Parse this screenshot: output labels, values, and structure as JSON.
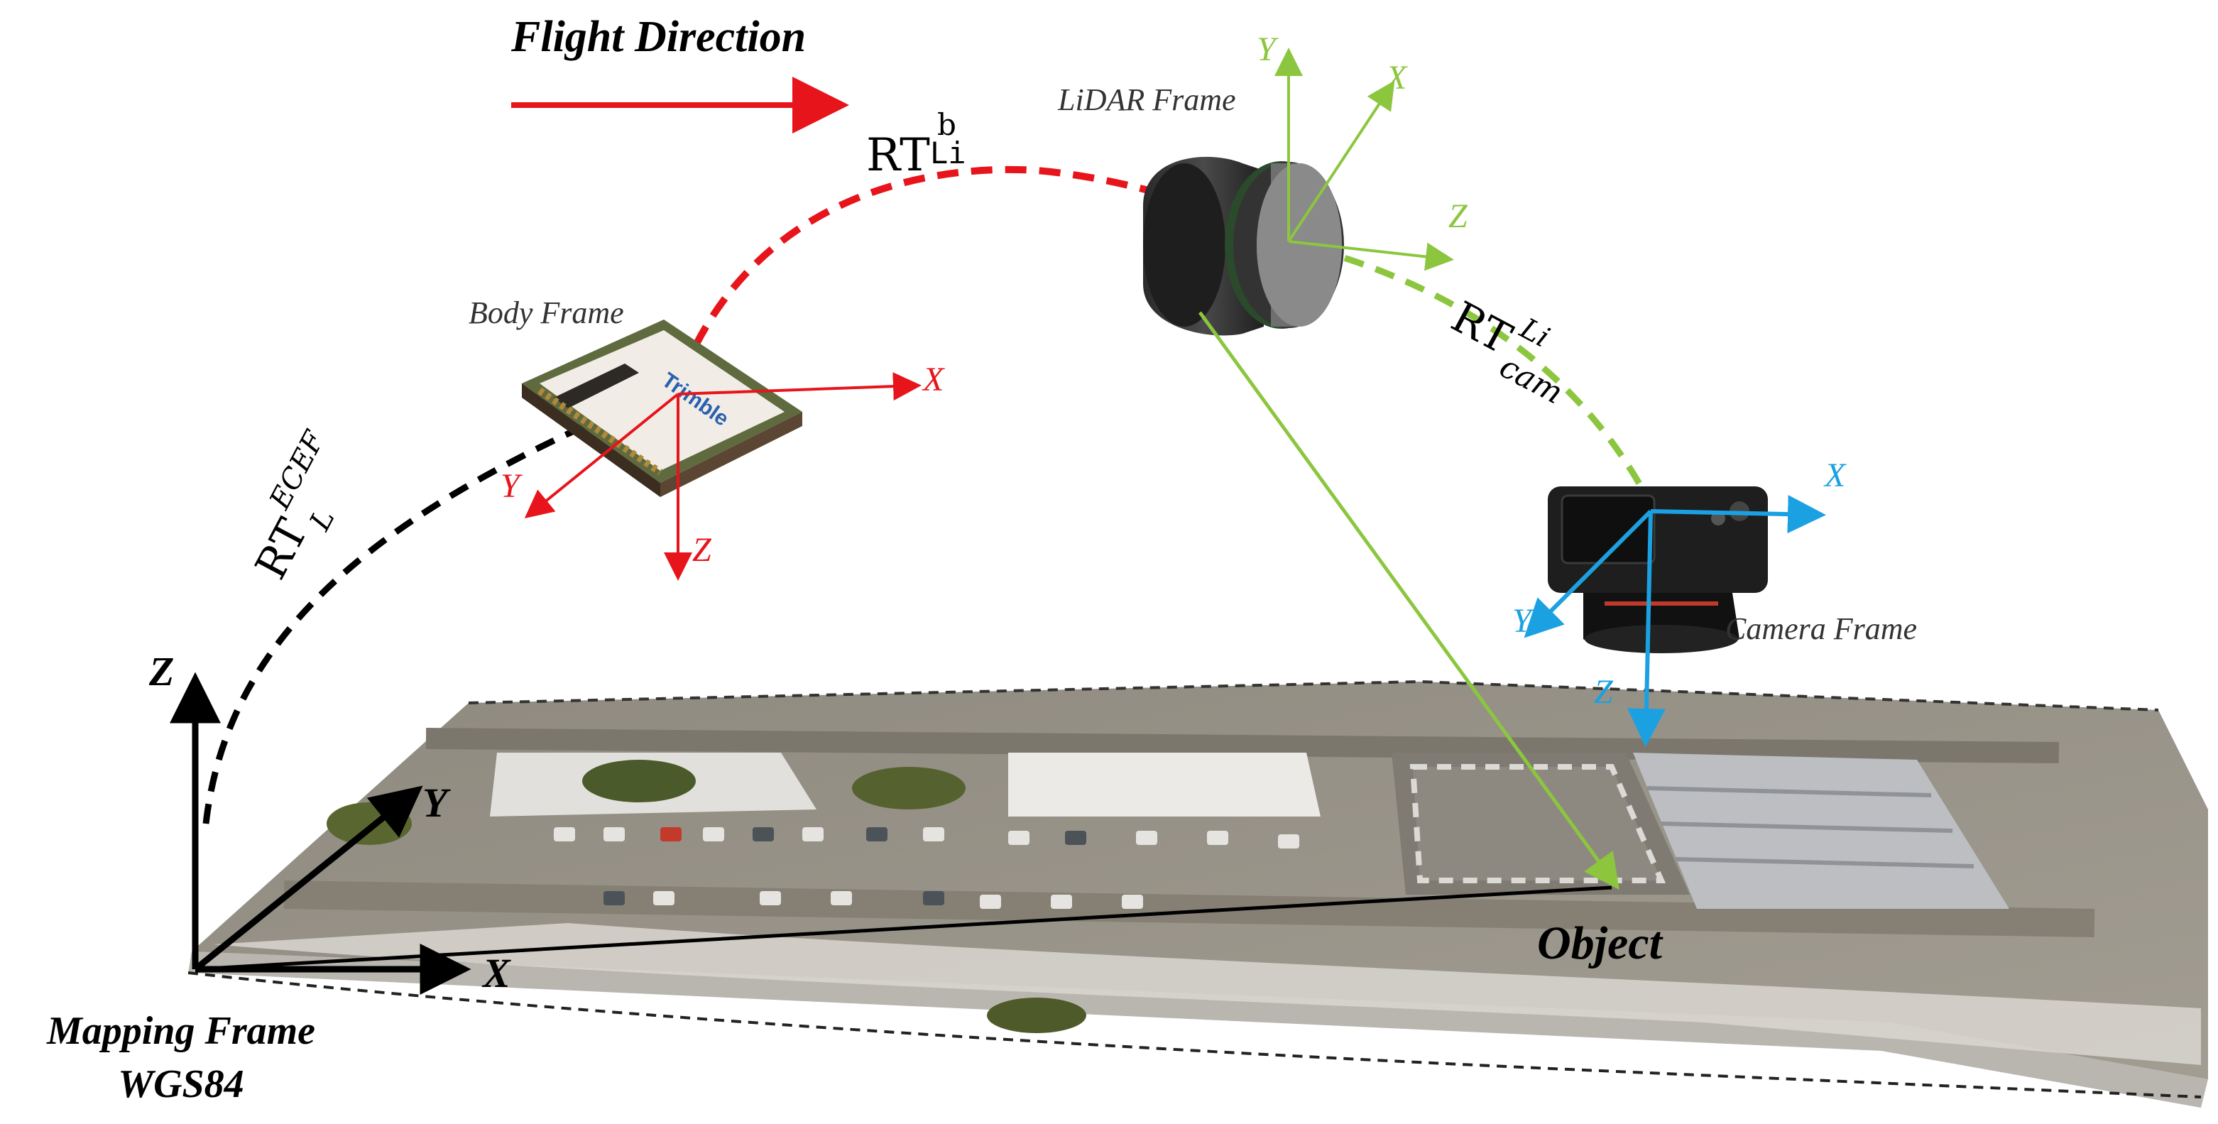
{
  "colors": {
    "red": "#e8141b",
    "black": "#000000",
    "green": "#8cc63f",
    "blue": "#1ba1e2",
    "ground_pavement": "#9a9488",
    "ground_roof": "#e9e8e6",
    "ground_vegetation": "#4d5a2c"
  },
  "title": {
    "flight_direction": "Flight Direction"
  },
  "transforms": {
    "rt_li_b": {
      "base": "RT",
      "sup": "b",
      "sub": "Li"
    },
    "rt_cam_li": {
      "base": "RT",
      "sup": "Li",
      "sub": "cam"
    },
    "rt_l_ecef": {
      "base": "RT",
      "sup": "ECEF",
      "sub": "L"
    }
  },
  "frames": {
    "body": {
      "label": "Body Frame",
      "axes": {
        "x": "X",
        "y": "Y",
        "z": "Z"
      },
      "device_logo_text": "Trimble",
      "icon": "gnss-imu-board-icon"
    },
    "lidar": {
      "label": "LiDAR Frame",
      "axes": {
        "x": "X",
        "y": "Y",
        "z": "Z"
      },
      "icon": "lidar-sensor-icon"
    },
    "camera": {
      "label": "Camera Frame",
      "axes": {
        "x": "X",
        "y": "Y",
        "z": "Z"
      },
      "icon": "camera-icon"
    },
    "mapping": {
      "label_line1": "Mapping Frame",
      "label_line2": "WGS84",
      "axes": {
        "x": "X",
        "y": "Y",
        "z": "Z"
      }
    }
  },
  "object_label": "Object"
}
